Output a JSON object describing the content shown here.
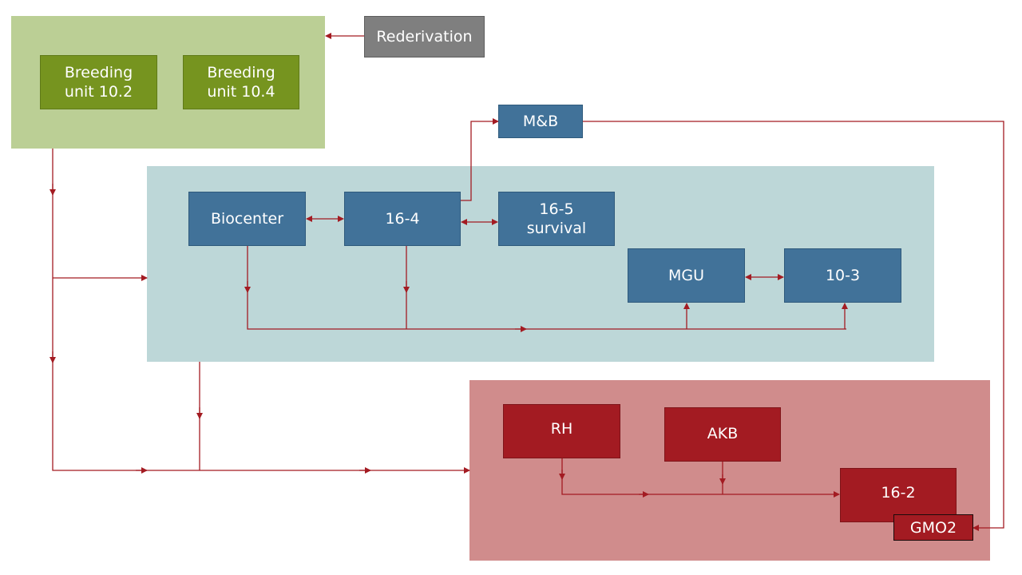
{
  "colors": {
    "green_container": "#bbcf95",
    "green_unit": "#76941f",
    "blue_container": "#bdd7d8",
    "blue_unit": "#417299",
    "red_container": "#d08c8c",
    "red_unit": "#a31b22",
    "gray_unit": "#7f7f7f",
    "arrow": "#a31b22"
  },
  "nodes": {
    "breeding_10_2": "Breeding\nunit 10.2",
    "breeding_10_4": "Breeding\nunit 10.4",
    "rederivation": "Rederivation",
    "mb": "M&B",
    "biocenter": "Biocenter",
    "u16_4": "16-4",
    "u16_5": "16-5\nsurvival",
    "mgu": "MGU",
    "u10_3": "10-3",
    "rh": "RH",
    "akb": "AKB",
    "u16_2": "16-2",
    "gmo2": "GMO2"
  },
  "edges": [
    {
      "from": "rederivation",
      "to": "breeding-group",
      "type": "directed"
    },
    {
      "from": "breeding-group",
      "to": "biocenter-group",
      "type": "directed"
    },
    {
      "from": "breeding-group",
      "to": "red-group",
      "type": "directed"
    },
    {
      "from": "biocenter-group",
      "to": "red-group",
      "type": "directed"
    },
    {
      "from": "biocenter",
      "to": "16-4",
      "type": "bidirectional"
    },
    {
      "from": "16-4",
      "to": "16-5 survival",
      "type": "bidirectional"
    },
    {
      "from": "16-4",
      "to": "M&B",
      "type": "directed"
    },
    {
      "from": "M&B",
      "to": "GMO2",
      "type": "directed"
    },
    {
      "from": "biocenter",
      "to": "MGU",
      "type": "directed"
    },
    {
      "from": "biocenter",
      "to": "10-3",
      "type": "directed"
    },
    {
      "from": "16-4",
      "to": "MGU",
      "type": "directed"
    },
    {
      "from": "16-4",
      "to": "10-3",
      "type": "directed"
    },
    {
      "from": "MGU",
      "to": "10-3",
      "type": "bidirectional"
    },
    {
      "from": "RH",
      "to": "16-2",
      "type": "directed"
    },
    {
      "from": "AKB",
      "to": "16-2",
      "type": "directed"
    }
  ]
}
